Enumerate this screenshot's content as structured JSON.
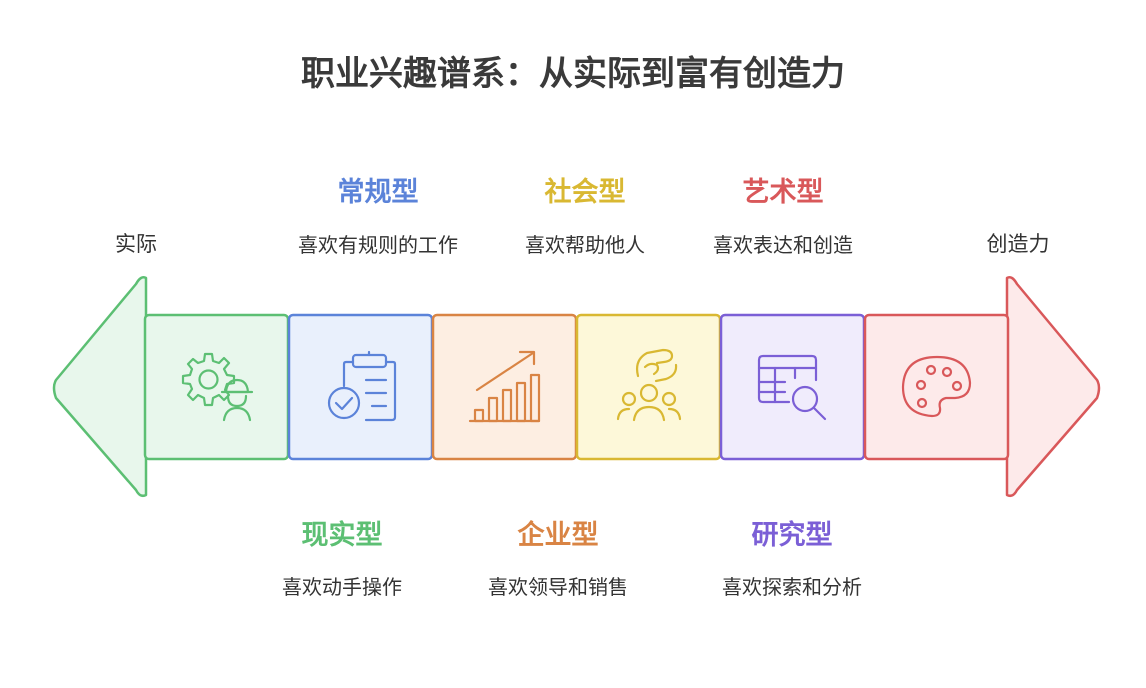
{
  "title": "职业兴趣谱系：从实际到富有创造力",
  "ends": {
    "left": "实际",
    "right": "创造力"
  },
  "types": [
    {
      "id": "realistic",
      "name": "现实型",
      "desc": "喜欢动手操作",
      "color": "#5cbf73",
      "fill": "#e8f7ec",
      "icon": "gear-worker-icon"
    },
    {
      "id": "conventional",
      "name": "常规型",
      "desc": "喜欢有规则的工作",
      "color": "#5b83d9",
      "fill": "#e9f0fc",
      "icon": "clipboard-check-icon"
    },
    {
      "id": "enterprising",
      "name": "企业型",
      "desc": "喜欢领导和销售",
      "color": "#d98444",
      "fill": "#fdeee2",
      "icon": "growth-chart-icon"
    },
    {
      "id": "social",
      "name": "社会型",
      "desc": "喜欢帮助他人",
      "color": "#d9b832",
      "fill": "#fdf8d9",
      "icon": "helping-hand-group-icon"
    },
    {
      "id": "investigative",
      "name": "研究型",
      "desc": "喜欢探索和分析",
      "color": "#7b5fd6",
      "fill": "#f0ecfc",
      "icon": "table-search-icon"
    },
    {
      "id": "artistic",
      "name": "艺术型",
      "desc": "喜欢表达和创造",
      "color": "#d9585a",
      "fill": "#fdeaea",
      "icon": "palette-icon"
    }
  ]
}
